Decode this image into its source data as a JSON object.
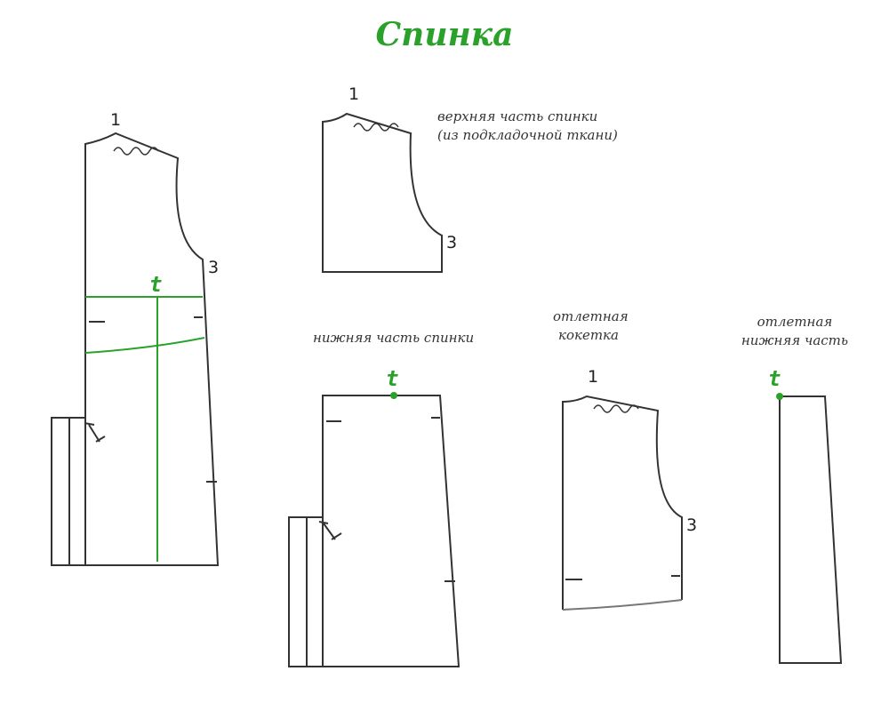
{
  "title": "Спинка",
  "colors": {
    "accent": "#2aa12a",
    "line": "#333333"
  },
  "labels": {
    "upper_back_line1": "верхняя часть спинки",
    "upper_back_line2": "(из подкладочной ткани)",
    "lower_back": "нижняя часть спинки",
    "yoke_line1": "отлетная",
    "yoke_line2": "кокетка",
    "flap_line1": "отлетная",
    "flap_line2": "нижняя часть"
  },
  "points": {
    "one": "1",
    "three": "3",
    "t": "t"
  }
}
